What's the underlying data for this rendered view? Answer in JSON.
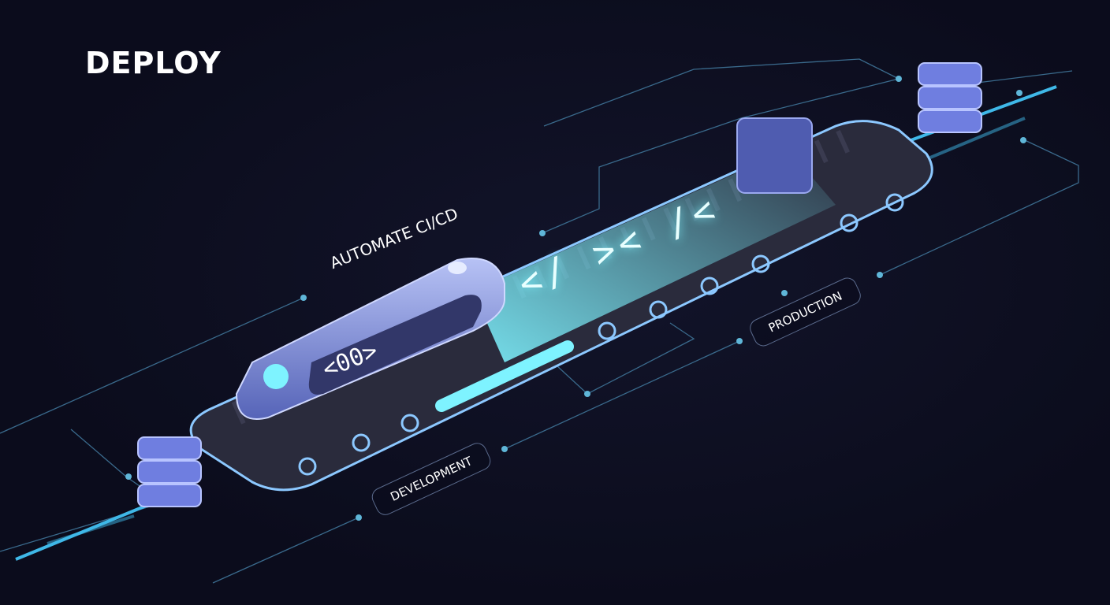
{
  "title": "DEPLOY",
  "caption": "AUTOMATE CI/CD",
  "stages": {
    "development": "DEVELOPMENT",
    "production": "PRODUCTION"
  },
  "module_code": "<00>",
  "beam_code": "</ >< /<",
  "colors": {
    "background": "#0b0c1c",
    "accent": "#7ef3ff",
    "belt_edge": "#8cc8ff",
    "module": "#8f9ee8"
  }
}
